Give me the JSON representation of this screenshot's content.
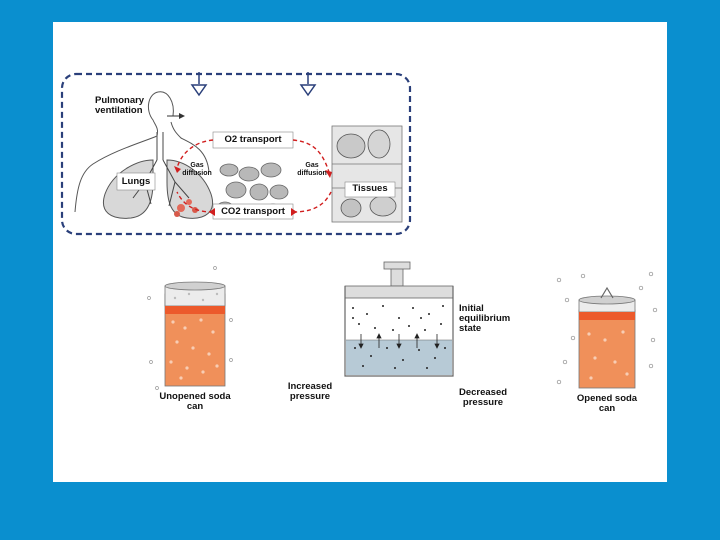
{
  "respiration": {
    "pulmonary_ventilation": "Pulmonary ventilation",
    "lungs": "Lungs",
    "gas_diffusion_left": "Gas diffusion",
    "gas_diffusion_right": "Gas diffusion",
    "o2_transport": "O2 transport",
    "co2_transport": "CO2 transport",
    "tissues": "Tissues"
  },
  "soda": {
    "unopened": "Unopened soda can",
    "opened": "Opened soda can"
  },
  "piston": {
    "initial_state": "Initial equilibrium state",
    "increased_pressure": "Increased pressure",
    "decreased_pressure": "Decreased pressure"
  },
  "colors": {
    "background": "#0a8fcf",
    "dashed_border": "#2a3f7a",
    "red_arrow": "#d11f1f",
    "soda_orange": "#f0905a",
    "soda_top": "#ec5a2c",
    "liquid_blue": "#b7cad6"
  }
}
